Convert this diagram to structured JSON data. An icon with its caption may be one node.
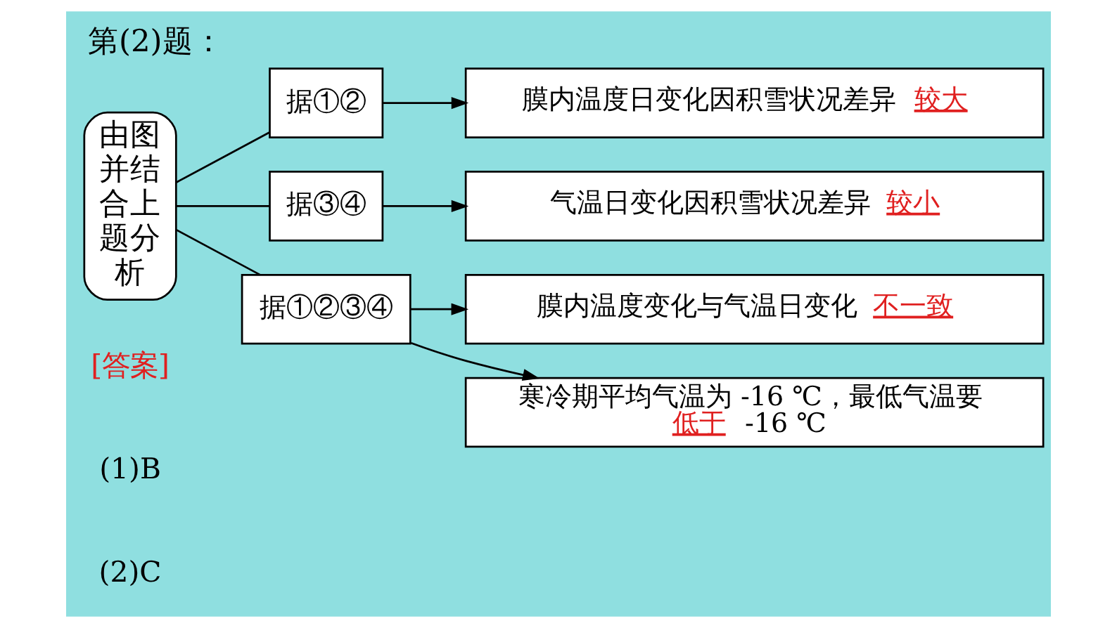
{
  "diagram": {
    "title": "第(2)题：",
    "nodes": [
      {
        "text": [
          "由图并结合上题分析"
        ]
      },
      {
        "text": [
          "据①②"
        ]
      },
      {
        "text": [
          "据③④"
        ]
      },
      {
        "text": [
          "据①②③④"
        ]
      },
      {
        "text": [
          "膜内温度日变化因积雪状况差异",
          "较大"
        ]
      },
      {
        "text": [
          "气温日变化因积雪状况差异",
          "较小"
        ]
      },
      {
        "text": [
          "膜内温度变化与气温日变化",
          "不一致"
        ]
      },
      {
        "text": [
          "寒冷期平均气温为 -16 ℃，最低气温要",
          "低于",
          "-16 ℃"
        ]
      }
    ],
    "edges": [
      {
        "from": 0,
        "to": 1,
        "arrow": "none"
      },
      {
        "from": 0,
        "to": 2,
        "arrow": "none"
      },
      {
        "from": 0,
        "to": 3,
        "arrow": "none"
      },
      {
        "from": 1,
        "to": 4,
        "arrow": "to"
      },
      {
        "from": 2,
        "to": 5,
        "arrow": "to"
      },
      {
        "from": 3,
        "to": 6,
        "arrow": "to"
      },
      {
        "from": 3,
        "to": 7,
        "arrow": "to"
      }
    ],
    "labels": [
      "[答案]",
      "(1)B",
      "(2)C"
    ]
  }
}
